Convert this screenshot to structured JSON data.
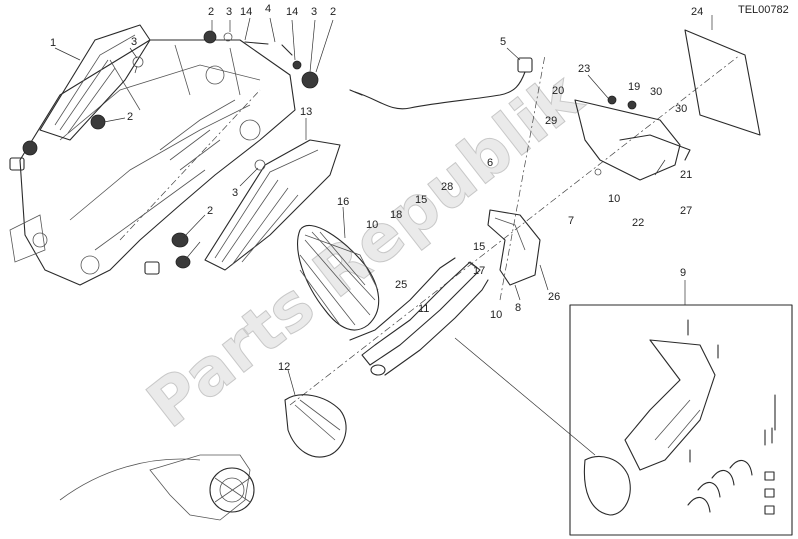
{
  "drawing_code": "TEL00782",
  "watermark": "Parts Republik",
  "callouts": [
    "1",
    "2",
    "3",
    "14",
    "4",
    "14",
    "3",
    "2",
    "2",
    "3",
    "13",
    "2",
    "3",
    "16",
    "10",
    "18",
    "15",
    "28",
    "6",
    "7",
    "5",
    "23",
    "20",
    "19",
    "30",
    "29",
    "30",
    "21",
    "10",
    "22",
    "27",
    "24",
    "17",
    "15",
    "25",
    "11",
    "10",
    "8",
    "26",
    "12",
    "9"
  ]
}
